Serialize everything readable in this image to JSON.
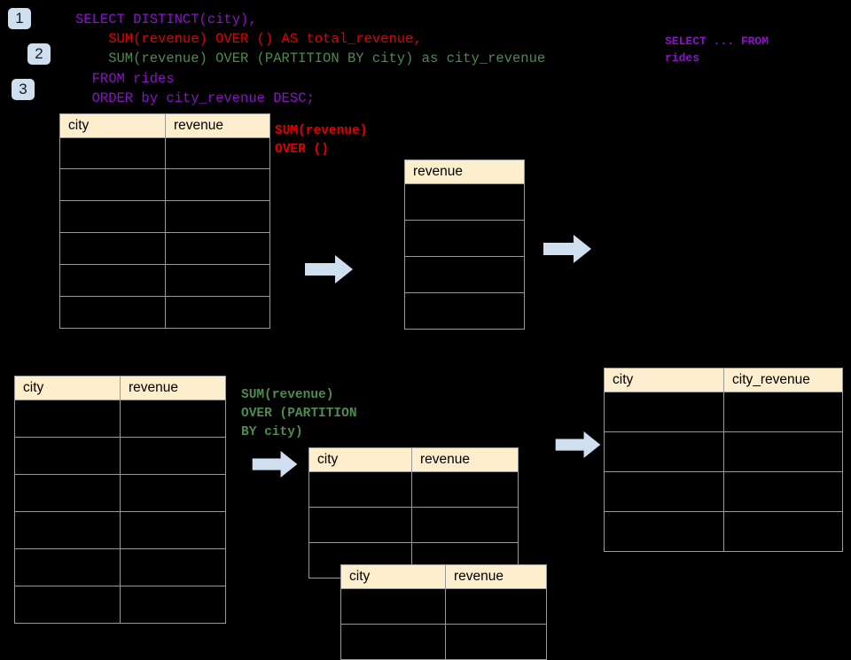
{
  "page": {
    "background": "#000000",
    "badge_color": "#cfdff0",
    "arrow_color": "#cfdff0",
    "header_fill": "#fdeecd",
    "border_color": "#9a9a9a",
    "violet": "#8a12c8",
    "red": "#e10000",
    "green": "#4f8a4f"
  },
  "badges": [
    {
      "label": "1"
    },
    {
      "label": "2"
    },
    {
      "label": "3"
    }
  ],
  "sql": {
    "lines": [
      {
        "text": "SELECT DISTINCT(city),",
        "color": "violet"
      },
      {
        "text": "    SUM(revenue) OVER () AS total_revenue,",
        "color": "red"
      },
      {
        "text": "    SUM(revenue) OVER (PARTITION BY city) as city_revenue",
        "color": "green"
      },
      {
        "text": "  FROM rides",
        "color": "violet"
      },
      {
        "text": "  ORDER by city_revenue DESC;",
        "color": "violet"
      }
    ]
  },
  "annotations": {
    "select_from": "SELECT ... FROM\nrides",
    "sum_over_empty": "SUM(revenue)\nOVER ()",
    "sum_over_partition": "SUM(revenue)\nOVER (PARTITION\nBY city)"
  },
  "tables": {
    "rides_top": {
      "name": "rides-source-table-top",
      "headers": [
        "city",
        "revenue"
      ],
      "row_count": 6
    },
    "total_revenue": {
      "name": "total-revenue-table",
      "headers": [
        "revenue"
      ],
      "row_count": 4
    },
    "rides_bottom": {
      "name": "rides-source-table-bottom",
      "headers": [
        "city",
        "revenue"
      ],
      "row_count": 6
    },
    "partition_back": {
      "name": "partition-table-back",
      "headers": [
        "city",
        "revenue"
      ],
      "row_count": 3
    },
    "partition_front": {
      "name": "partition-table-front",
      "headers": [
        "city",
        "revenue"
      ],
      "row_count": 2
    },
    "city_revenue_result": {
      "name": "city-revenue-result-table",
      "headers": [
        "city",
        "city_revenue"
      ],
      "row_count": 4
    }
  },
  "arrows": [
    {
      "name": "arrow-top-left"
    },
    {
      "name": "arrow-top-right"
    },
    {
      "name": "arrow-bottom-left"
    },
    {
      "name": "arrow-bottom-right"
    }
  ]
}
